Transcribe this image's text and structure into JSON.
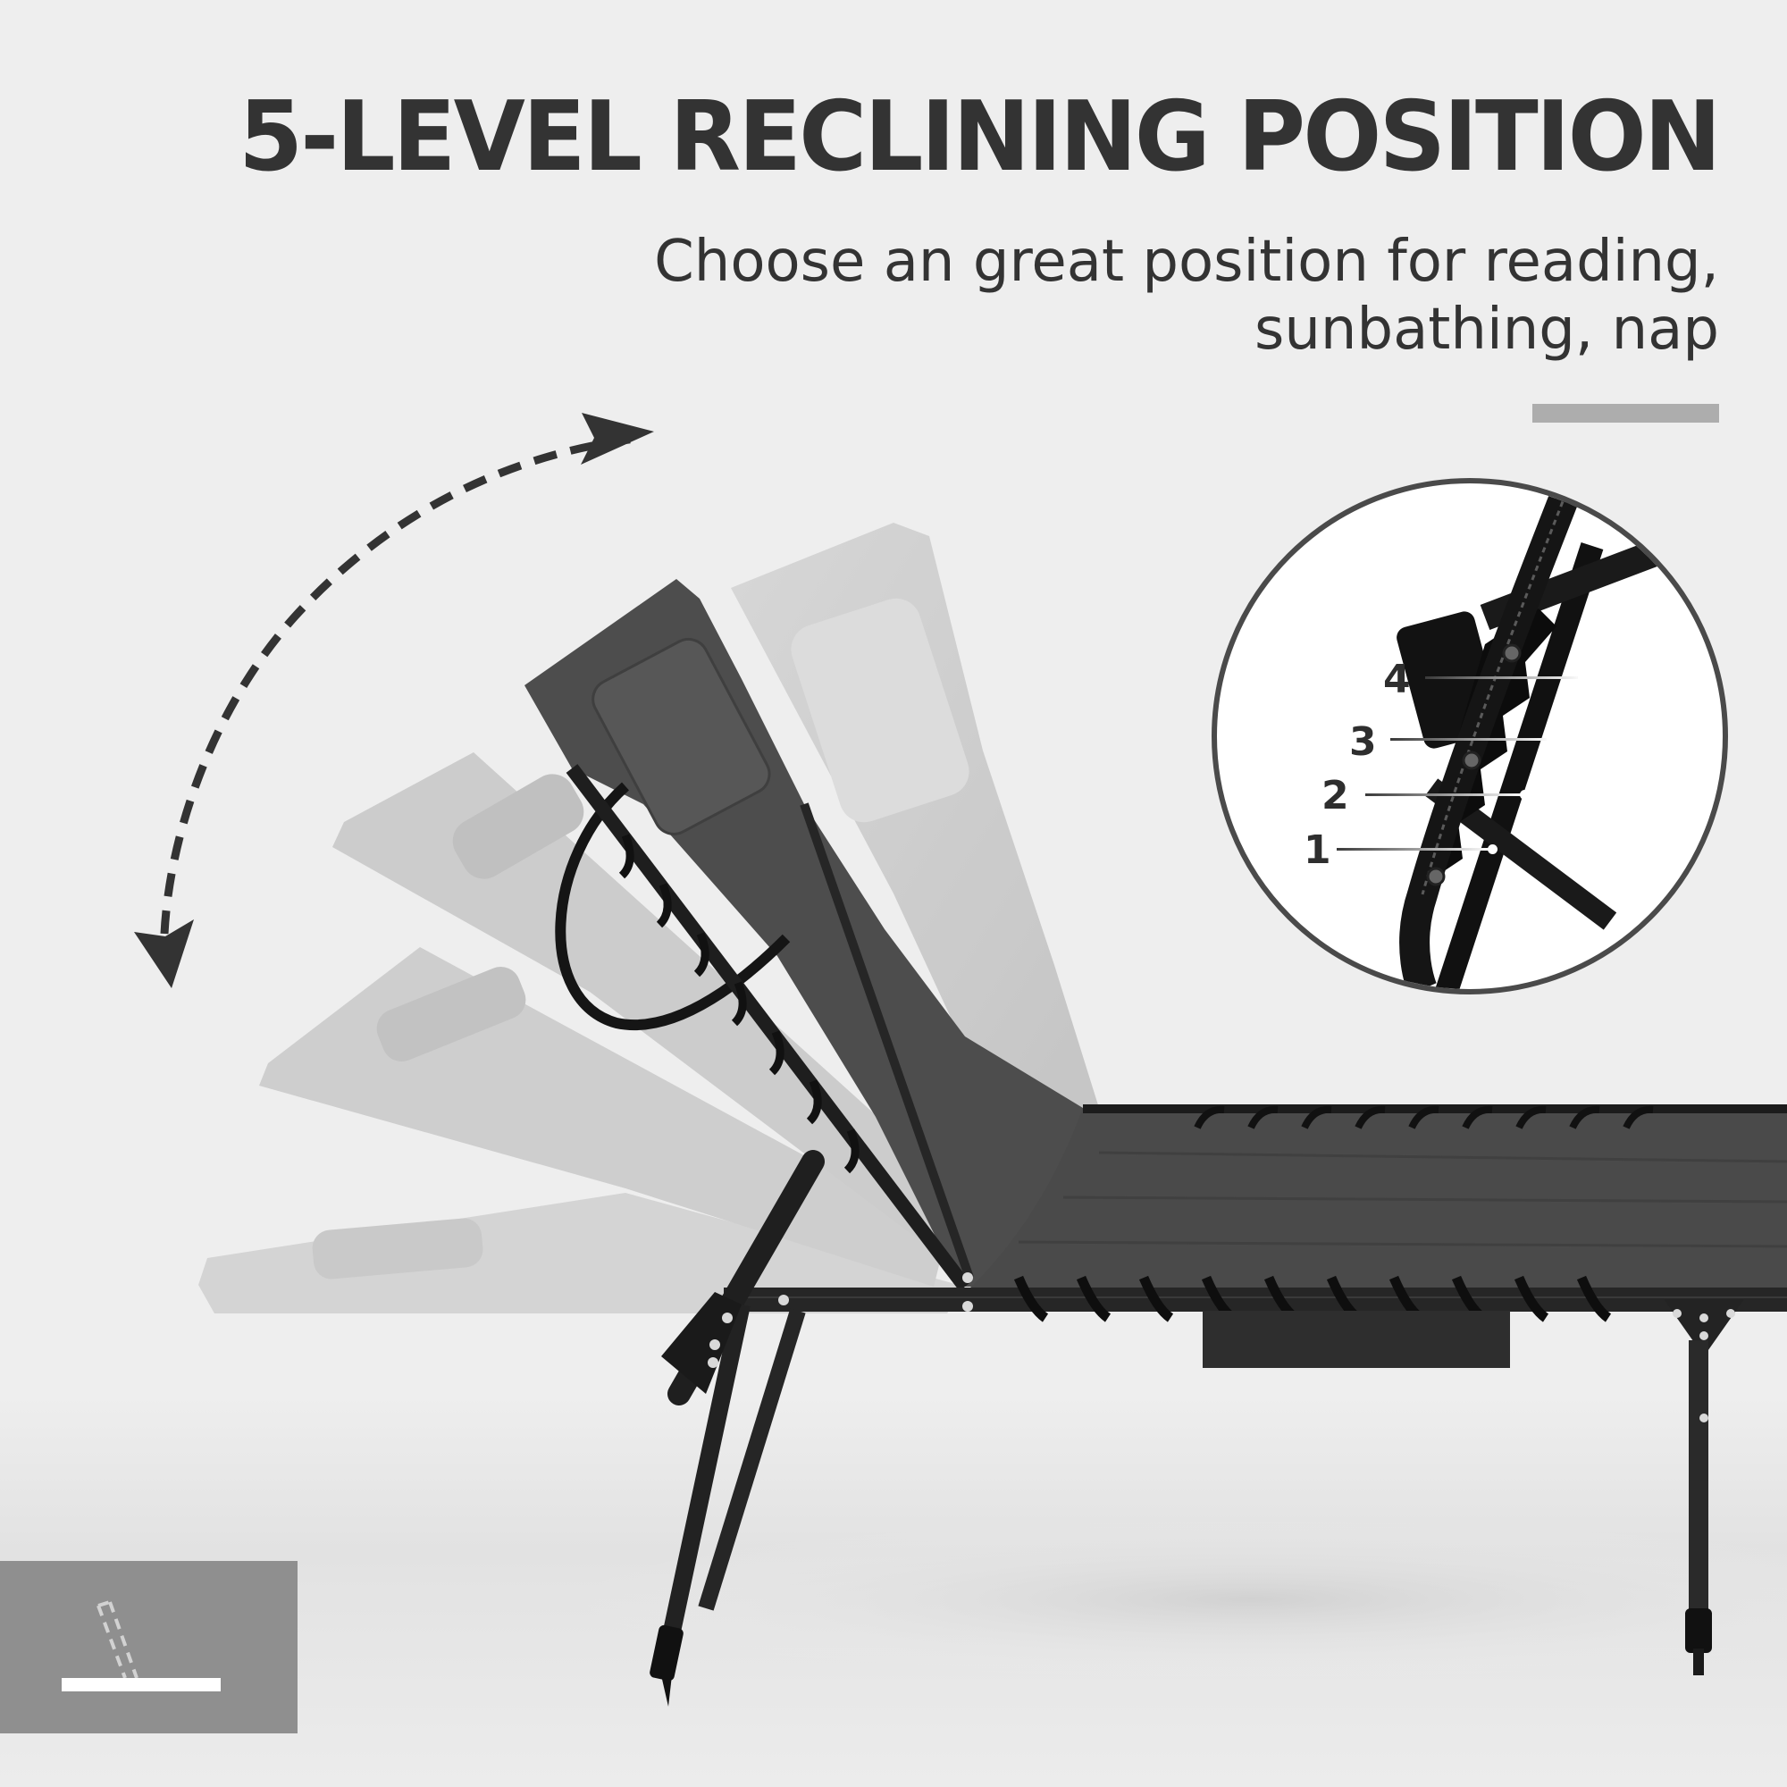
{
  "header": {
    "title": "5-LEVEL RECLINING POSITION",
    "subtitle_lines": [
      "Choose an great position for reading,",
      "sunbathing, nap"
    ]
  },
  "detail_callout": {
    "labels": [
      {
        "number": "4"
      },
      {
        "number": "3"
      },
      {
        "number": "2"
      },
      {
        "number": "1"
      }
    ]
  },
  "illustration": {
    "subject": "folding sun lounger with reclining backrest",
    "positions_shown": 5,
    "arrow": "double-headed-curved-dashed-arrow"
  },
  "angle_icon": {
    "icon": "recline-angle-icon"
  },
  "colors": {
    "background": "#eeeeee",
    "text": "#333333",
    "divider": "#adadad",
    "circle_border": "#4a4a4a",
    "fabric": "#4a4a4a",
    "frame": "#1e1e1e",
    "ghost_fabric": "#c4c4c4",
    "icon_box": "#8f8f8f"
  }
}
